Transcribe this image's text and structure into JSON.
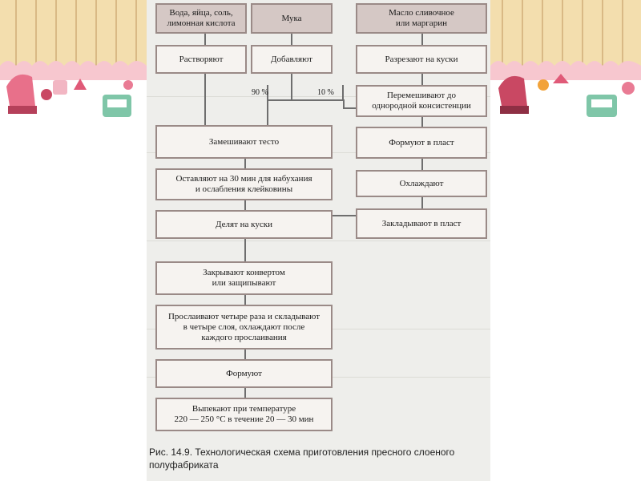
{
  "diagram": {
    "headers": {
      "left": "Вода, яйца, соль,\nлимонная кислота",
      "mid": "Мука",
      "right": "Масло сливочное\nили маргарин"
    },
    "left_steps": [
      "Растворяют",
      "Замешивают тесто",
      "Оставляют на 30 мин для набухания\nи ослабления клейковины",
      "Делят на куски",
      "Закрывают конвертом\nили защипывают",
      "Прослаивают четыре раза и складывают\nв четыре слоя, охлаждают после\nкаждого прослаивания",
      "Формуют",
      "Выпекают при температуре\n220 — 250 °С в течение 20 — 30 мин"
    ],
    "mid_step": "Добавляют",
    "split": {
      "left": "90 %",
      "right": "10 %"
    },
    "right_steps": [
      "Разрезают на куски",
      "Перемешивают до\nоднородной консистенции",
      "Формуют в пласт",
      "Охлаждают",
      "Закладывают в пласт"
    ]
  },
  "caption": "Рис. 14.9. Технологическая схема приготовления пресного слоеного полуфабриката",
  "colors": {
    "header_fill": "#d5c8c5",
    "box_fill": "#f6f3f0",
    "box_border": "#9a8a87",
    "paper": "#eeeeeb",
    "wood": "#f1d7a4"
  }
}
